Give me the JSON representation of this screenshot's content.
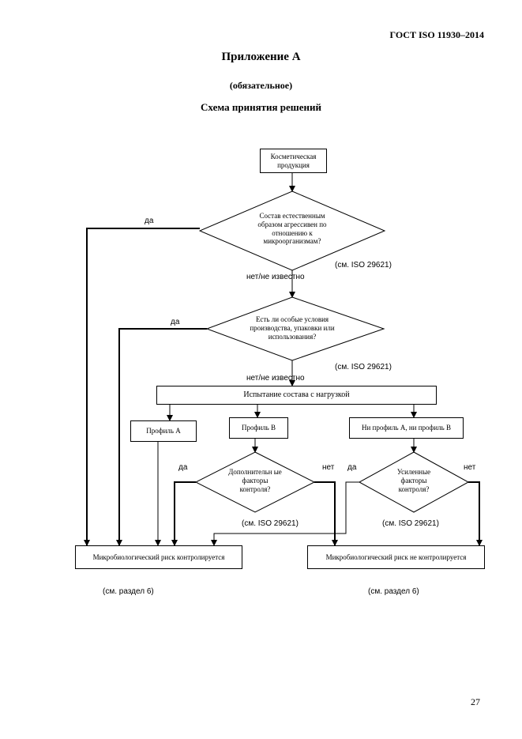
{
  "header": {
    "standard": "ГОСТ ISO 11930–2014"
  },
  "titles": {
    "appendix": "Приложение А",
    "status": "(обязательное)",
    "scheme": "Схема принятия решений"
  },
  "flow": {
    "cosmetic_product": "Косметическая продукция",
    "decision1": "Состав естественным образом агрессивен по отношению к микроорганизмам?",
    "decision1_ref": "(см. ISO 29621)",
    "decision2": "Есть ли особые условия производства, упаковки или использования?",
    "decision2_ref": "(см. ISO 29621)",
    "challenge_test": "Испытание состава с нагрузкой",
    "profile_a": "Профиль А",
    "profile_b": "Профиль В",
    "profile_none": "Ни профиль А, ни профиль В",
    "decision3": "Дополнительн ые факторы контроля?",
    "decision3_ref": "(см. ISO 29621)",
    "decision4": "Усиленные факторы контроля?",
    "decision4_ref": "(см. ISO 29621)",
    "risk_controlled": "Микробиологический риск контролируется",
    "risk_not_controlled": "Микробиологический риск не контролируется",
    "risk_controlled_ref": "(см. раздел 6)",
    "risk_not_controlled_ref": "(см. раздел 6)",
    "yes1": "да",
    "no1": "нет/не известно",
    "yes2": "да",
    "no2": "нет/не известно",
    "yes3": "да",
    "no3": "нет",
    "yes4": "да",
    "no4": "нет"
  },
  "footer": {
    "page_number": "27"
  }
}
